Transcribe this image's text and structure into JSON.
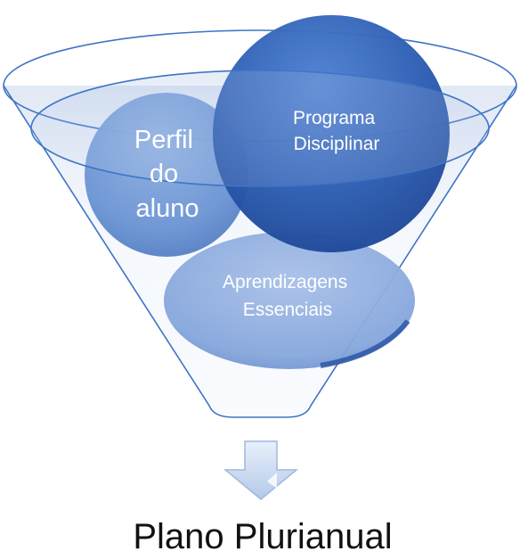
{
  "diagram": {
    "circles": {
      "perfil": [
        "Perfil",
        "do",
        "aluno"
      ],
      "programa": [
        "Programa",
        "Disciplinar"
      ],
      "aprendizagens": [
        "Aprendizagens",
        "Essenciais"
      ]
    },
    "result": "Plano Plurianual"
  },
  "colors": {
    "funnel_outline": "#3f74c6",
    "circle_dark": "#2f5fb3",
    "circle_light": "#5b8ad0",
    "arrow_fill": "#c9d9f0",
    "arrow_stroke": "#9fb8de"
  }
}
